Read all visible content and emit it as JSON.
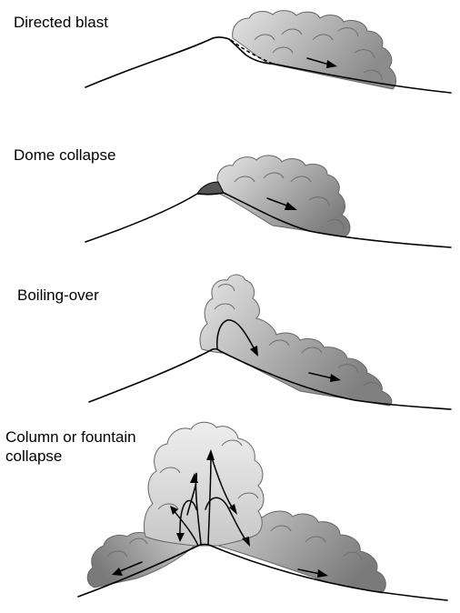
{
  "panels": [
    {
      "id": "directed-blast",
      "label": "Directed blast"
    },
    {
      "id": "dome-collapse",
      "label": "Dome collapse"
    },
    {
      "id": "boiling-over",
      "label": "Boiling-over"
    },
    {
      "id": "column-collapse",
      "label_lines": [
        "Column or fountain",
        "collapse"
      ]
    }
  ],
  "colors": {
    "cloud_light": "#dcdcdc",
    "cloud_dark": "#8a8a8a",
    "dome": "#555555",
    "outline": "#000000"
  }
}
